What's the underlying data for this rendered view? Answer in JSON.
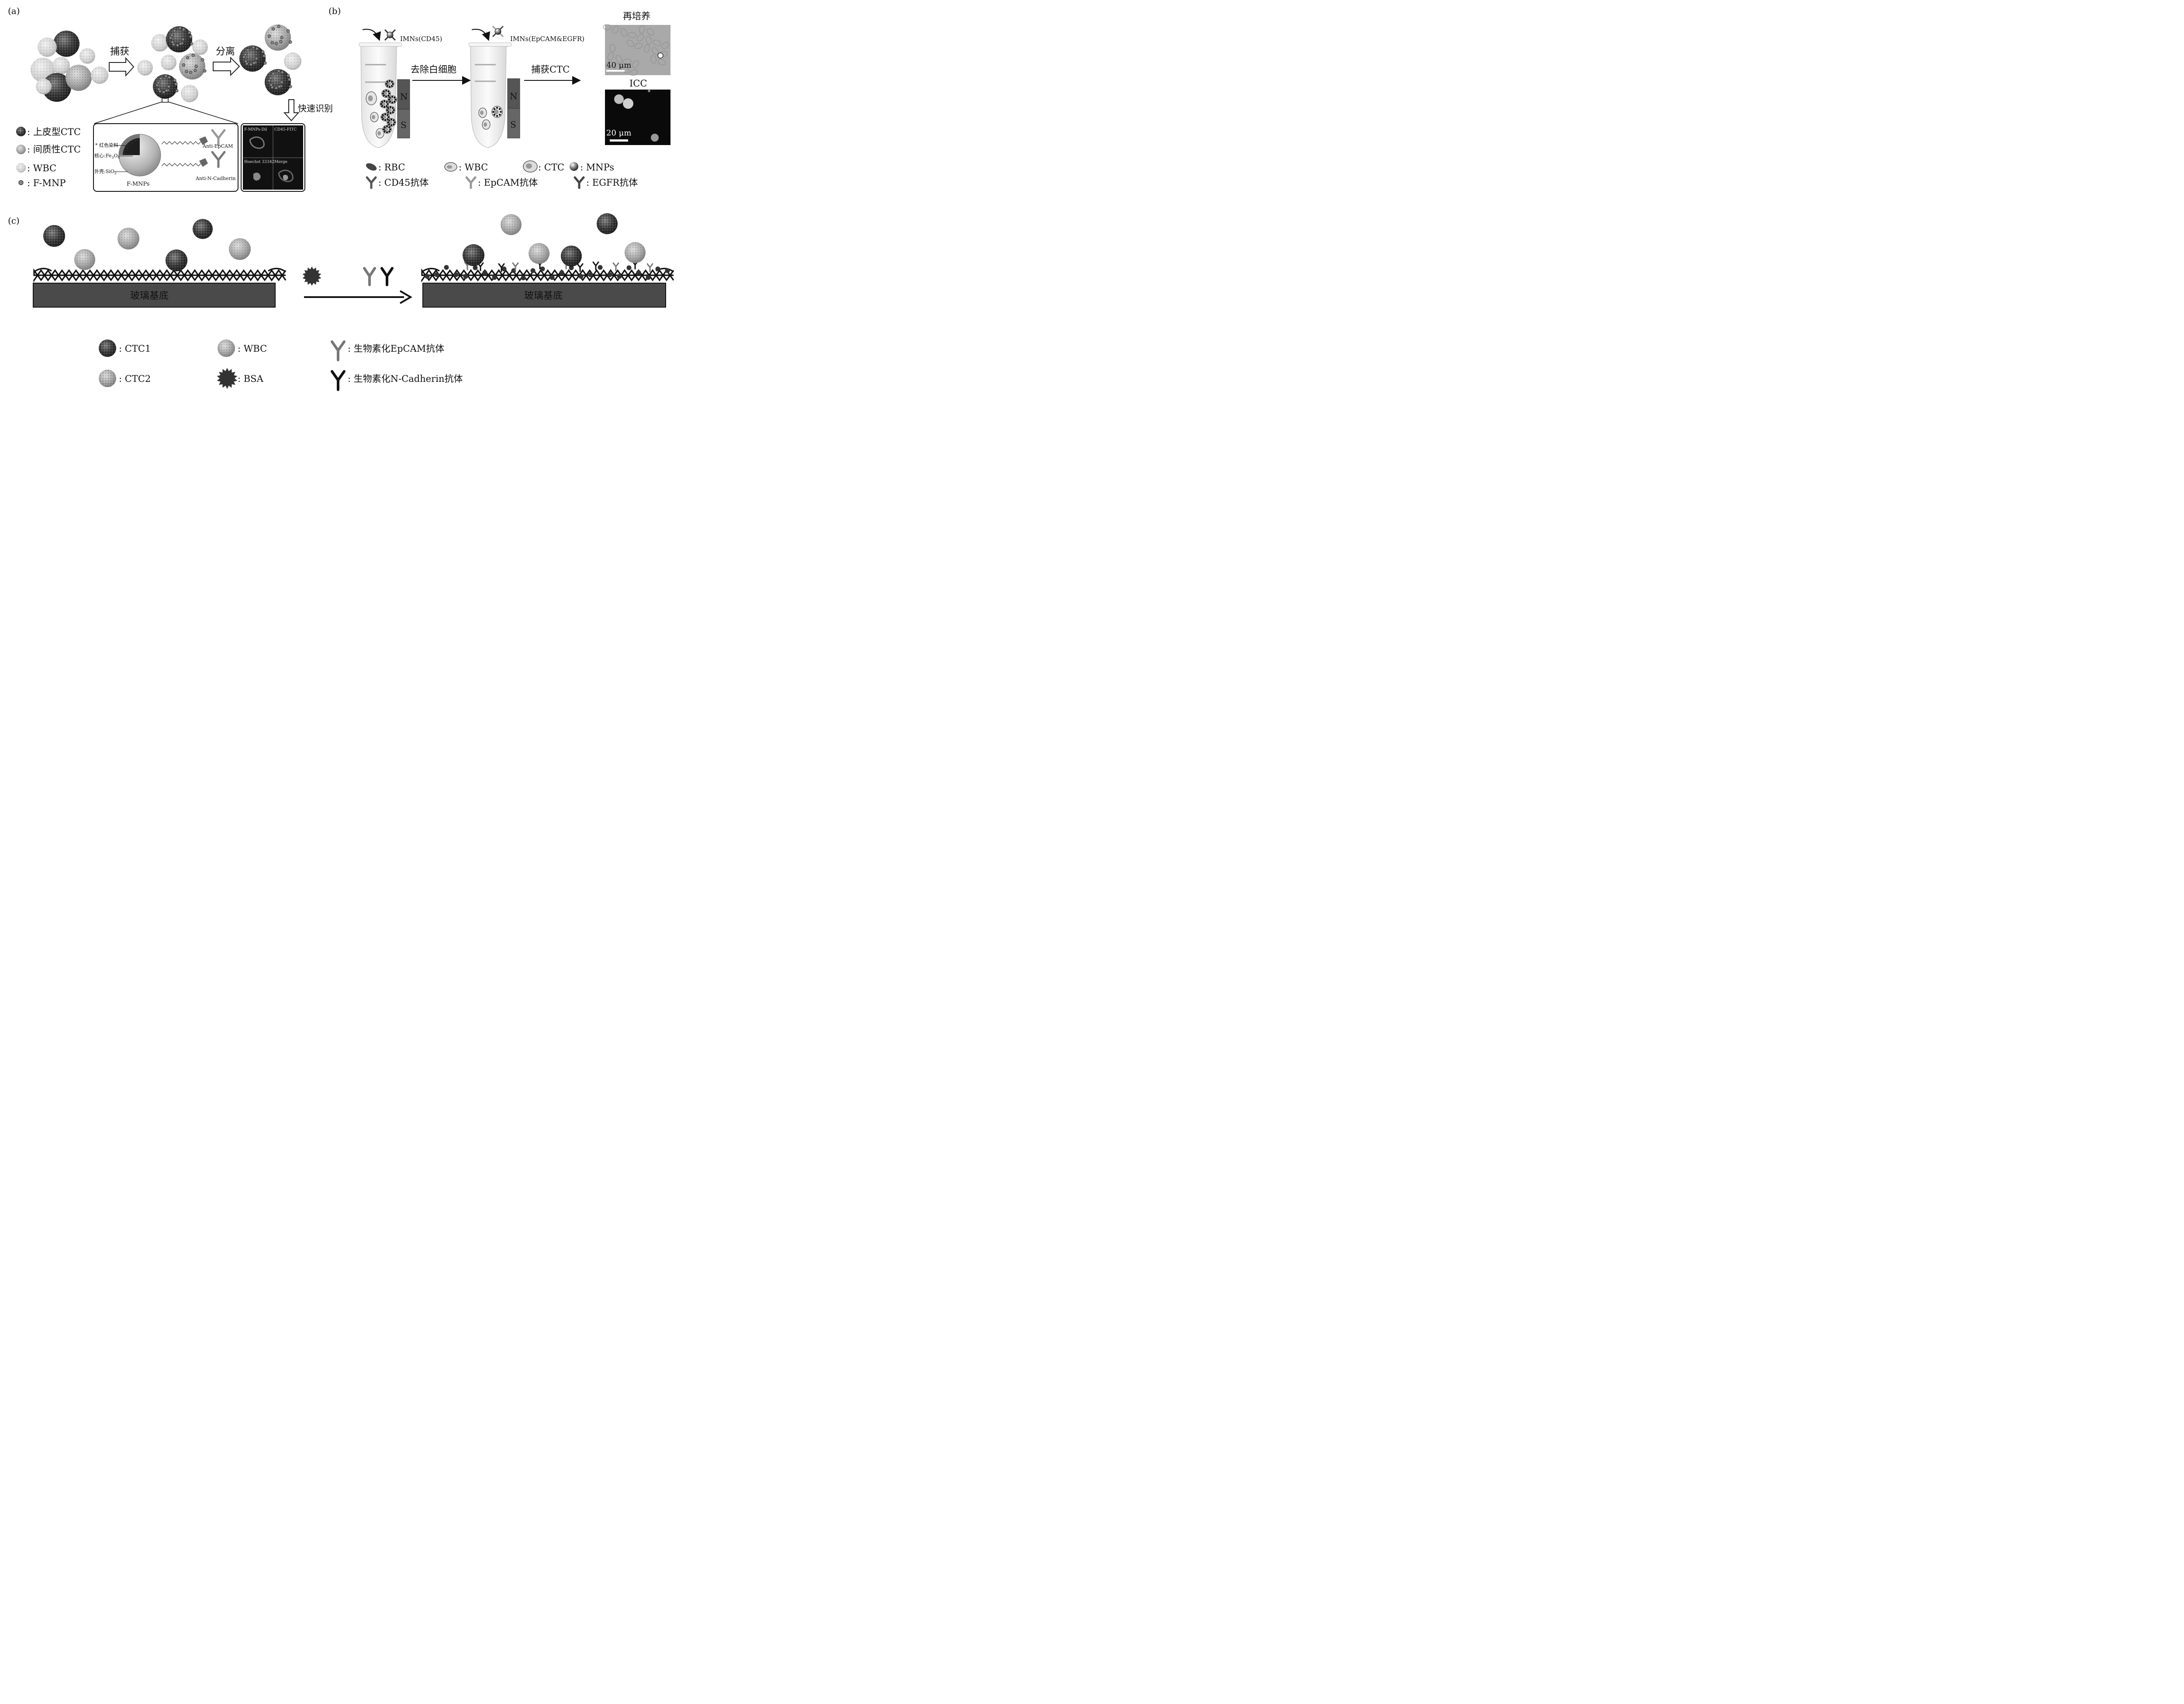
{
  "panel_a": {
    "label": "(a)",
    "step1": "捕获",
    "step2": "分离",
    "step3": "快速识别",
    "legend": [
      {
        "text": ": 上皮型CTC"
      },
      {
        "text": ": 间质性CTC"
      },
      {
        "text": ": WBC"
      },
      {
        "text": ": F-MNP"
      }
    ],
    "zoom": {
      "dye": "* 红色染料",
      "core": "核心:Fe",
      "core_sub": "3",
      "core_o": "O",
      "core_sub2": "4",
      "shell": "外壳:SiO",
      "shell_sub": "2",
      "particle": "F-MNPs",
      "ab1": "Anti-EpCAM",
      "ab2": "Anti-N-Cadherin"
    },
    "micro": [
      "F-MNPs-Dil",
      "CD45-FITC",
      "Hoechst 33342",
      "Merge"
    ]
  },
  "panel_b": {
    "label": "(b)",
    "reagent1": "IMNs(CD45)",
    "reagent2": "IMNs(EpCAM&EGFR)",
    "step1": "去除白细胞",
    "step2": "捕获CTC",
    "magnet_n": "N",
    "magnet_s": "S",
    "reculture": "再培养",
    "scale1": "40 μm",
    "icc": "ICC",
    "scale2": "20 μm",
    "legend": [
      {
        "text": ": RBC"
      },
      {
        "text": ": WBC"
      },
      {
        "text": ": CTC"
      },
      {
        "text": ": MNPs"
      },
      {
        "text": ": CD45抗体"
      },
      {
        "text": ": EpCAM抗体"
      },
      {
        "text": ": EGFR抗体"
      }
    ]
  },
  "panel_c": {
    "label": "(c)",
    "substrate_left": "玻璃基底",
    "substrate_right": "玻璃基底",
    "legend": [
      {
        "text": ": CTC1"
      },
      {
        "text": ": WBC"
      },
      {
        "text": ": 生物素化EpCAM抗体"
      },
      {
        "text": ": CTC2"
      },
      {
        "text": ": BSA"
      },
      {
        "text": ": 生物素化N-Cadherin抗体"
      }
    ]
  },
  "colors": {
    "ink": "#1a1a1a",
    "dark_cell": "#3a3a3a",
    "mid_cell": "#8a8a8a",
    "light_cell": "#c8c8c8",
    "magnet": "#555555",
    "substrate": "#4a4a4a",
    "micro_bg": "#111111"
  }
}
